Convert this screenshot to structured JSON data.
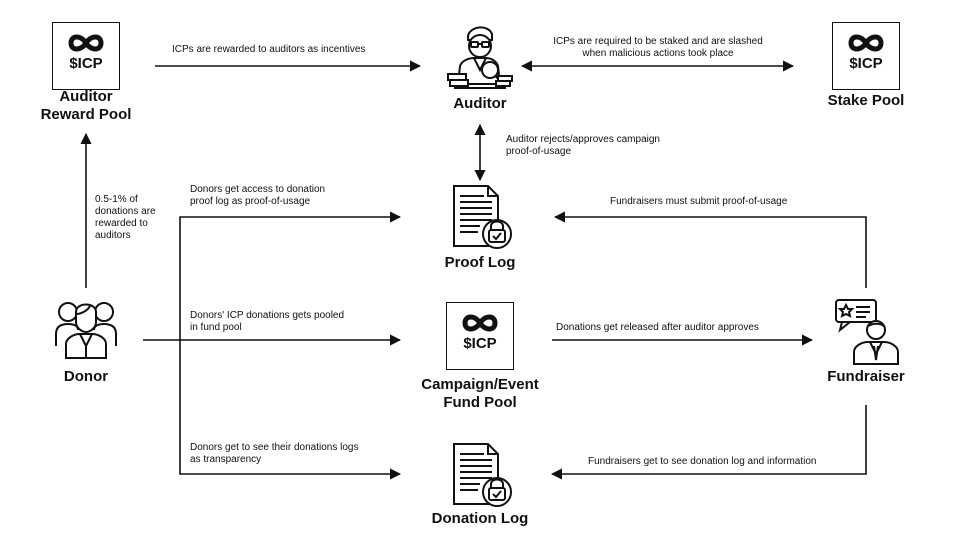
{
  "nodes": {
    "auditor_reward_pool": {
      "token": "$ICP",
      "label_line1": "Auditor",
      "label_line2": "Reward Pool"
    },
    "auditor": {
      "label": "Auditor"
    },
    "stake_pool": {
      "token": "$ICP",
      "label": "Stake Pool"
    },
    "proof_log": {
      "label": "Proof Log"
    },
    "donor": {
      "label": "Donor"
    },
    "campaign_fund_pool": {
      "token": "$ICP",
      "label_line1": "Campaign/Event",
      "label_line2": "Fund Pool"
    },
    "fundraiser": {
      "label": "Fundraiser"
    },
    "donation_log": {
      "label": "Donation Log"
    }
  },
  "edges": {
    "reward_to_auditor": {
      "text": "ICPs are rewarded to auditors as incentives"
    },
    "auditor_stake": {
      "line1": "ICPs are required to be staked and are slashed",
      "line2": "when malicious actions took place"
    },
    "auditor_proof": {
      "line1": "Auditor rejects/approves campaign",
      "line2": "proof-of-usage"
    },
    "donor_to_reward": {
      "line1": "0.5-1% of",
      "line2": "donations are",
      "line3": "rewarded to",
      "line4": "auditors"
    },
    "donor_to_proof": {
      "line1": "Donors get access to donation",
      "line2": "proof log as proof-of-usage"
    },
    "fundraiser_to_proof": {
      "text": "Fundraisers must submit proof-of-usage"
    },
    "donor_to_fund": {
      "line1": "Donors' ICP donations gets pooled",
      "line2": "in fund pool"
    },
    "fund_to_fundraiser": {
      "text": "Donations get released after auditor approves"
    },
    "donor_to_donation_log": {
      "line1": "Donors get to see their donations logs",
      "line2": "as transparency"
    },
    "fundraiser_to_donation_log": {
      "text": "Fundraisers get to see donation log and information"
    }
  },
  "colors": {
    "line": "#111111",
    "background": "#ffffff"
  }
}
